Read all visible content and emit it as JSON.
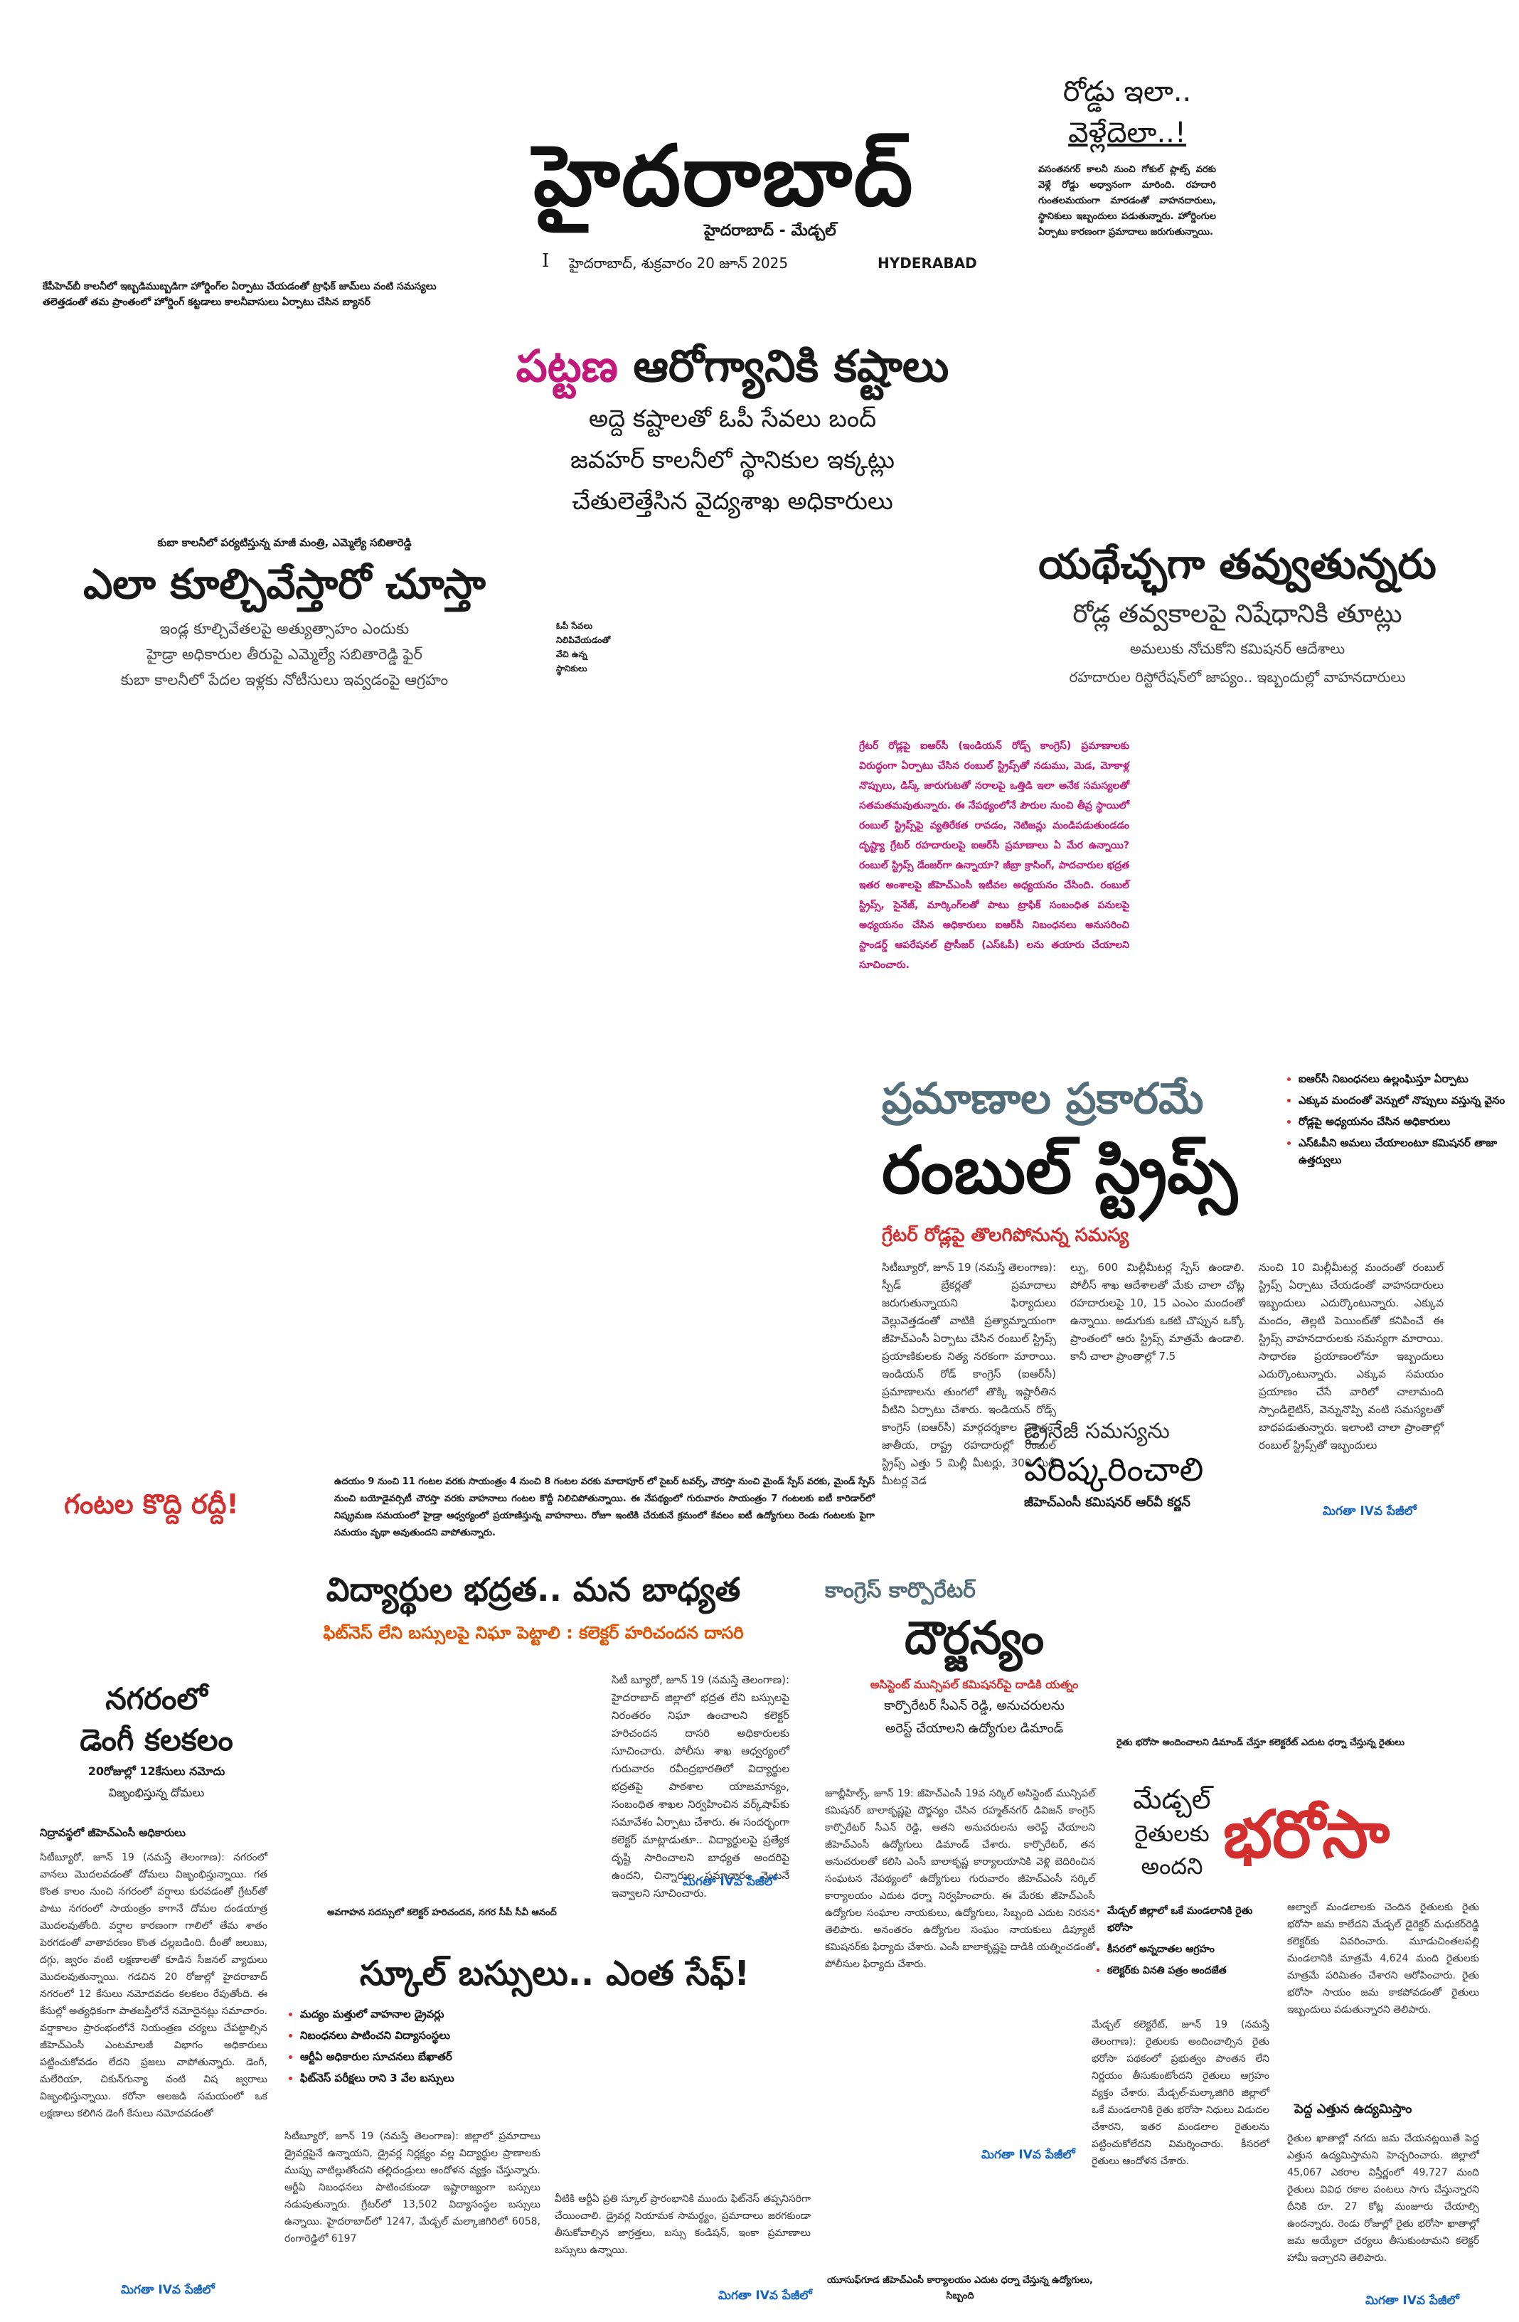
{
  "masthead": {
    "title": "హైదరాబాద్",
    "sub": "హైదరాబాద్ - మేడ్చల్",
    "page_marker": "I",
    "date_line": "హైదరాబాద్, శుక్రవారం 20 జూన్ 2025",
    "edition": "HYDERABAD"
  },
  "top_left_note": {
    "l1": "కేపీహెచ్‌బీ కాలనీలో ఇబ్బడిముబ్బడిగా హోర్డింగ్‌ల ఏర్పాటు చేయడంతో ట్రాఫిక్ జామ్‌లు వంటి సమస్యలు",
    "l2": "తలెత్తడంతో తమ ప్రాంతంలో హోర్డింగ్ కట్టడాలు కాలనీవాసులు ఏర్పాటు చేసిన బ్యానర్"
  },
  "top_right": {
    "h1": "రోడ్డు ఇలా..",
    "h2": "వెళ్లేదెలా..!",
    "body": "వసంతనగర్ కాలనీ నుంచి గోకుల్ ప్లాట్స్ వరకు వెళ్లే రోడ్డు అధ్వానంగా మారింది. రహదారి గుంతలమయంగా మారడంతో వాహనదారులు, స్థానికులు ఇబ్బందులు పడుతున్నారు. హోర్డింగుల ఏర్పాటు కారణంగా ప్రమాదాలు జరుగుతున్నాయి."
  },
  "lead": {
    "h_pink": "పట్టణ",
    "h_rest": "ఆరోగ్యానికి కష్టాలు",
    "d1": "అద్దె కష్టాలతో ఓపీ సేవలు బంద్",
    "d2": "జవహర్ కాలనీలో స్థానికుల ఇక్కట్లు",
    "d3": "చేతులెత్తేసిన వైద్యశాఖ అధికారులు"
  },
  "story_kuba": {
    "kicker": "కుబా కాలనీలో పర్యటిస్తున్న మాజీ మంత్రి, ఎమ్మెల్యే సబితారెడ్డి",
    "head": "ఎలా కూల్చివేస్తారో చూస్తా",
    "d1": "ఇండ్ల కూల్చివేతలపై అత్యుత్సాహం ఎందుకు",
    "d2": "హైడ్రా అధికారుల తీరుపై ఎమ్మెల్యే సబితారెడ్డి ఫైర్",
    "d3": "కుబా కాలనీలో పేదల ఇళ్లకు నోటీసులు ఇవ్వడంపై ఆగ్రహం"
  },
  "caption_op": {
    "l1": "ఓపీ సేవలు",
    "l2": "నిలిపివేయడంతో",
    "l3": "వేచి ఉన్న",
    "l4": "స్థానికులు"
  },
  "story_yatha": {
    "head": "యథేచ్ఛగా తవ్వుతున్నరు",
    "sub": "రోడ్ల తవ్వకాలపై నిషేధానికి తూట్లు",
    "d1": "అమలుకు నోచుకోని కమిషనర్ ఆదేశాలు",
    "d2": "రహదారుల రిస్టోరేషన్‌లో జాప్యం.. ఇబ్బందుల్లో వాహనదారులు"
  },
  "pink_box": {
    "body": "గ్రేటర్ రోడ్లపై ఐఆర్‌సీ (ఇండియన్ రోడ్స్ కాంగ్రెస్) ప్రమాణాలకు విరుద్ధంగా ఏర్పాటు చేసిన రంబుల్ స్ట్రిప్స్‌తో నడుము, మెడ, మోకాళ్ల నొప్పులు, డిస్క్ జారుగుటతో నరాలపై ఒత్తిడి ఇలా అనేక సమస్యలతో సతమతమవుతున్నారు. ఈ నేపథ్యంలోనే పౌరుల నుంచి తీవ్ర స్థాయిలో రంబుల్ స్ట్రిప్స్‌పై వ్యతిరేకత రావడం, నెటిజన్లు మండిపడుతుండడం దృష్ట్యా గ్రేటర్ రహదారులపై ఐఆర్‌సీ ప్రమాణాలు ఏ మేర ఉన్నాయి? రంబుల్ స్ట్రిప్స్ డేంజర్‌గా ఉన్నాయా? జీబ్రా క్రాసింగ్, పాదచారుల భద్రత ఇతర అంశాలపై జీహెచ్‌ఎంసీ ఇటీవల అధ్యయనం చేసింది. రంబుల్ స్ట్రిప్స్, సైనేజ్, మార్కింగ్‌లతో పాటు ట్రాఫిక్ సంబంధిత పనులపై అధ్యయనం చేసిన అధికారులు ఐఆర్‌సీ నిబంధనలు అనుసరించి స్టాండర్డ్ ఆపరేషనల్ ప్రొసీజర్ (ఎస్‌ఓపీ) లను తయారు చేయాలని సూచించారు."
  },
  "rumble": {
    "kicker": "ప్రమాణాల ప్రకారమే",
    "head": "రంబుల్ స్ట్రిప్స్",
    "sub": "గ్రేటర్ రోడ్లపై తొలగిపోనున్న సమస్య",
    "bullets": [
      "ఐఆర్‌సీ నిబంధనలు ఉల్లంఘిస్తూ ఏర్పాటు",
      "ఎక్కువ మందంతో వెన్నులో నొప్పులు వస్తున్న వైనం",
      "రోడ్లపై అధ్యయనం చేసిన అధికారులు",
      "ఎస్‌ఓపీని అమలు చేయాలంటూ కమిషనర్ తాజా ఉత్తర్వులు"
    ],
    "col1": "సిటీబ్యూరో, జూన్ 19 (నమస్తే తెలంగాణ): స్పీడ్ బ్రేకర్లతో ప్రమాదాలు జరుగుతున్నాయని ఫిర్యాదులు వెల్లువెత్తడంతో వాటికి ప్రత్యామ్నాయంగా జీహెచ్‌ఎంసీ ఏర్పాటు చేసిన రంబుల్ స్ట్రిప్స్ ప్రయాణికులకు నిత్య నరకంగా మారాయి. ఇండియన్ రోడ్ కాంగ్రెస్ (ఐఆర్‌సీ) ప్రమాణాలను తుంగలో తొక్కి ఇష్టారీతిన వీటిని ఏర్పాటు చేశారు. ఇండియన్ రోడ్స్ కాంగ్రెస్ (ఐఆర్‌సీ) మార్గదర్శకాల ప్రకారం, జాతీయ, రాష్ట్ర రహదారుల్లో రంబుల్ స్ట్రిప్స్ ఎత్తు 5 మిల్లీ మీటర్లు, 300 మిల్లీ మీటర్ల వెడ",
    "col2": "ల్పు, 600 మిల్లీమీటర్ల స్పేస్ ఉండాలి. పోలీస్ శాఖ ఆదేశాలతో మేకు చాలా చోట్ల రహదారులపై 10, 15 ఎంఎం మందంతో ఉన్నాయి. అడుగుకు ఒకటి చొప్పున ఒక్కో ప్రాంతంలో ఆరు స్ట్రిప్స్ మాత్రమే ఉండాలి. కానీ చాలా ప్రాంతాల్లో 7.5",
    "col3": "నుంచి 10 మిల్లీమీటర్ల మందంతో రంబుల్ స్ట్రిప్స్ ఏర్పాటు చేయడంతో వాహనదారులు ఇబ్బందులు ఎదుర్కొంటున్నారు. ఎక్కువ మందం, తెల్లటి పెయింట్‌తో కనిపించే ఈ స్ట్రిప్స్ వాహనదారులకు సమస్యగా మారాయి. సాధారణ ప్రయాణంలోనూ ఇబ్బందులు ఎదుర్కొంటున్నారు. ఎక్కువ సమయం ప్రయాణం చేసే వారిలో చాలామంది స్పాండిలైటిస్, వెన్నునొప్పి వంటి సమస్యలతో బాధపడుతున్నారు. ఇలాంటి చాలా ప్రాంతాల్లో రంబుల్ స్ట్రిప్స్‌తో ఇబ్బందులు",
    "more": "మిగతా IVవ పేజీలో"
  },
  "drainage": {
    "kicker": "డ్రైనేజీ సమస్యను",
    "head": "పరిష్కరించాలి",
    "sub": "జీహెచ్‌ఎంసీ కమిషనర్ ఆర్‌వీ కర్ణన్"
  },
  "gantala": {
    "head": "గంటల కొద్ది రద్దీ!",
    "body": "ఉదయం 9 నుంచి 11 గంటల వరకు సాయంత్రం 4 నుంచి 8 గంటల వరకు మాదాపూర్ లో సైబర్ టవర్స్, చౌరస్తా నుంచి మైండ్ స్పేస్ వరకు, మైండ్ స్పేస్ నుంచి బయోడైవర్సిటీ చౌరస్తా వరకు వాహనాలు గంటల కొద్దీ నిలిచిపోతున్నాయి. ఈ నేపథ్యంలో గురువారం సాయంత్రం 7 గంటలకు ఐటీ కారిడార్‌లో నిష్క్రమణ సమయంలో హైడ్రా ఆధ్వర్యంలో ప్రయాణిస్తున్న వాహనాలు. రోజూ ఇంటికి చేరుకునే క్రమంలో కేవలం ఐటీ ఉద్యోగులు రెండు గంటలకు పైగా సమయం వృథా అవుతుందని వాపోతున్నారు."
  },
  "vidyarthi": {
    "head": "విద్యార్థుల భద్రత.. మన బాధ్యత",
    "sub": "ఫిట్‌నెస్ లేని బస్సులపై నిఘా పెట్టాలి : కలెక్టర్ హరిచందన దాసరి",
    "body": "సిటీ బ్యూరో, జూన్ 19 (నమస్తే తెలంగాణ): హైదరాబాద్ జిల్లాలో భద్రత లేని బస్సులపై నిరంతరం నిఘా ఉంచాలని కలెక్టర్ హరిచందన దాసరి అధికారులకు సూచించారు. పోలీసు శాఖ ఆధ్వర్యంలో గురువారం రవీంద్రభారతిలో విద్యార్థుల భద్రతపై పాఠశాల యాజమాన్యం, సంబంధిత శాఖల నిర్వహించిన వర్క్‌షాప్‌కు సమావేశం ఏర్పాటు చేశారు. ఈ సందర్భంగా కలెక్టర్ మాట్లాడుతూ.. విద్యార్థులపై ప్రత్యేక దృష్టి సారించాలని బాధ్యత అందరిపై ఉందని, చిన్నారుల సమాచారం వెంటనే ఇవ్వాలని సూచించారు.",
    "more": "మిగతా IVవ పేజీలో",
    "caption": "అవగాహన సదస్సులో కలెక్టర్ హరిచందన, నగర సీపీ సీవీ ఆనంద్"
  },
  "dengue": {
    "head1": "నగరంలో",
    "head2": "డెంగీ కలకలం",
    "d1": "20రోజుల్లో 12కేసులు నమోదు",
    "d2": "విజృంభిస్తున్న దోమలు",
    "d3": "నిద్రావస్థలో జీహెచ్‌ఎంసీ అధికారులు",
    "body": "సిటీబ్యూరో, జూన్ 19 (నమస్తే తెలంగాణ): నగరంలో వానలు మొదలవడంతో దోమలు విజృంభిస్తున్నాయి. గత కొంత కాలం నుంచి నగరంలో వర్షాలు కురవడంతో గ్రేటర్‌తో పాటు నగరంలో సాయంత్రం కాగానే దోమల దండయాత్ర మొదలవుతోంది. వర్షాల కారణంగా గాలిలో తేమ శాతం పెరగడంతో వాతావరణం కొంత చల్లబడింది. దీంతో జలుబు, దగ్గు, జ్వరం వంటి లక్షణాలతో కూడిన సీజనల్ వ్యాధులు మొదలవుతున్నాయి. గడచిన 20 రోజుల్లో హైదరాబాద్ నగరంలో 12 కేసులు నమోదవడం కలకలం రేపుతోంది. ఈ కేసుల్లో అత్యధికంగా పాతబస్తీలోనే నమోదైనట్లు సమాచారం. వర్షాకాలం ప్రారంభంలోనే నియంత్రణ చర్యలు చేపట్టాల్సిన జీహెచ్‌ఎంసీ ఎంటమాలజీ విభాగం అధికారులు పట్టించుకోవడం లేదని ప్రజలు వాపోతున్నారు. డెంగీ, మలేరియా, చికున్‌గున్యా వంటి విష జ్వరాలు విజృంభిస్తున్నాయి. కరోనా ఆలజడి సమయంలో ఒక లక్షణాలు కలిగిన డెంగీ కేసులు నమోదవడంతో",
    "more": "మిగతా IVవ పేజీలో"
  },
  "school_bus": {
    "head": "స్కూల్ బస్సులు.. ఎంత సేఫ్!",
    "bullets": [
      "మద్యం మత్తులో వాహనాల డ్రైవర్లు",
      "నిబంధనలు పాటించని విద్యాసంస్థలు",
      "ఆర్టీఏ అధికారుల సూచనలు బేఖాతర్",
      "ఫిట్‌నెస్ పరీక్షలు రాని 3 వేల బస్సులు"
    ],
    "body1": "సిటీబ్యూరో, జూన్ 19 (నమస్తే తెలంగాణ): జిల్లాలో ప్రమాదాలు డ్రైవర్లపైనే ఉన్నాయని, డ్రైవర్ల నిర్లక్ష్యం వల్ల విద్యార్థుల ప్రాణాలకు ముప్పు వాటిల్లుతోందని తల్లిదండ్రులు ఆందోళన వ్యక్తం చేస్తున్నారు. ఆర్టీఏ నిబంధనలు పాటించకుండా ఇష్టారాజ్యంగా బస్సులు నడుపుతున్నారు. గ్రేటర్‌లో 13,502 విద్యాసంస్థల బస్సులు ఉన్నాయి. హైదరాబాద్‌లో 1247, మేడ్చల్ మల్కాజిగిరిలో 6058, రంగారెడ్డిలో 6197",
    "body2": "వీటికి ఆర్టీఏ ప్రతి స్కూల్ ప్రారంభానికి ముందు ఫిట్‌నెస్ తప్పనిసరిగా చేయించాలి. డ్రైవర్ల నియామక సామర్థ్యం, ప్రమాదాలు జరగకుండా తీసుకోవాల్సిన జాగ్రత్తలు, బస్సు కండిషన్, ఇంకా ప్రమాణాలు బస్సులు ఉన్నాయి.",
    "more": "మిగతా IVవ పేజీలో"
  },
  "congress": {
    "kicker": "కాంగ్రెస్ కార్పొరేటర్",
    "head": "దౌర్జన్యం",
    "sub": "అసిస్టెంట్ మున్సిపల్ కమిషనర్‌పై దాడికి యత్నం",
    "d1": "కార్పొరేటర్ సీఎన్ రెడ్డి, అనుచరులను",
    "d2": "అరెస్ట్ చేయాలని ఉద్యోగుల డిమాండ్",
    "body": "జూబ్లీహిల్స్, జూన్ 19: జీహెచ్‌ఎంసీ 19వ సర్కిల్ అసిస్టెంట్ మున్సిపల్ కమిషనర్ బాలాకృష్ణపై దౌర్జన్యం చేసిన రహ్మత్‌నగర్ డివిజన్ కాంగ్రెస్ కార్పొరేటర్ సీఎన్ రెడ్డి, ఆతని అనుచరులను అరెస్ట్ చేయాలని జీహెచ్‌ఎంసీ ఉద్యోగులు డిమాండ్ చేశారు. కార్పొరేటర్, తన అనుచరులతో కలిసి ఎంసీ బాలాకృష్ణ కార్యాలయానికి వెళ్లి బెదిరించిన సంఘటన నేపథ్యంలో ఉద్యోగులు గురువారం జీహెచ్‌ఎంసీ సర్కిల్ కార్యాలయం ఎదుట ధర్నా నిర్వహించారు. ఈ మేరకు జీహెచ్‌ఎంసీ ఉద్యోగుల సంఘాల నాయకులు, ఉద్యోగులు, సిబ్బంది ఎదుట నిరసన తెలిపారు. అనంతరం ఉద్యోగుల సంఘం నాయకులు డిప్యూటీ కమిషనర్‌కు ఫిర్యాదు చేశారు. ఎంసీ బాలాకృష్ణపై దాడికి యత్నించడంతో పోలీసుల ఫిర్యాదు చేశారు.",
    "more": "మిగతా IVవ పేజీలో",
    "caption": "యూసుఫ్‌గూడ జీహెచ్‌ఎంసీ కార్యాలయం ఎదుట ధర్నా చేస్తున్న ఉద్యోగులు, సిబ్బంది"
  },
  "bharosa": {
    "kicker": "రైతు భరోసా అందించాలని డిమాండ్ చేస్తూ కలెక్టరేట్ ఎదుట ధర్నా చేస్తున్న రైతులు",
    "head_left1": "మేడ్చల్",
    "head_left2": "రైతులకు",
    "head_left3": "అందని",
    "head_big": "భరోసా",
    "bullets": [
      "మేడ్చల్ జిల్లాలో ఒకే మండలానికి రైతు భరోసా",
      "కీసరలో అన్నదాతల ఆగ్రహం",
      "కలెక్టర్‌కు వినతి పత్రం అందజేత"
    ],
    "col1": "మేడ్చల్ కలెక్టరేట్, జూన్ 19 (నమస్తే తెలంగాణ): రైతులకు అందించాల్సిన రైతు భరోసా పథకంలో ప్రభుత్వం పొంతన లేని నిర్ణయం తీసుకుంటోందని రైతులు ఆగ్రహం వ్యక్తం చేశారు. మేడ్చల్-మల్కాజిగిరి జిల్లాలో ఒకే మండలానికి రైతు భరోసా నిధులు విడుదల చేశారని, ఇతర మండలాల రైతులను పట్టించుకోలేదని విమర్శించారు. కీసరలో రైతులు ఆందోళన చేశారు.",
    "col2": "ఆల్వాల్ మండలాలకు చెందిన రైతులకు రైతు భరోసా జమ కాలేదని మేడ్చల్ డైరెక్టర్ మధుకర్‌రెడ్డి కలెక్టర్‌కు వివరించారు. మూడుచింతలపల్లి మండలానికి మాత్రమే 4,624 మంది రైతులకు మాత్రమే పరిమితం చేశారని ఆరోపించారు. రైతు భరోసా సాయం జమ కాకపోవడంతో రైతులు ఇబ్బందులు పడుతున్నారని తెలిపారు.",
    "pedda": "పెద్ద ఎత్తున ఉద్యమిస్తాం",
    "col3": "రైతుల ఖాతాల్లో నగదు జమ చేయనట్లయితే పెద్ద ఎత్తున ఉద్యమిస్తామని హెచ్చరించారు. జిల్లాలో 45,067 ఎకరాల విస్తీర్ణంలో 49,727 మంది రైతులు వివిధ రకాల పంటలు సాగు చేస్తున్నారని దీనికి రూ. 27 కోట్ల మంజూరు చేయాల్సి ఉందన్నారు. రెండు రోజుల్లో రైతు భరోసా ఖాతాల్లో జమ అయ్యేలా చర్యలు తీసుకుంటామని కలెక్టర్ హామీ ఇచ్చారని తెలిపారు.",
    "more": "మిగతా IVవ పేజీలో"
  }
}
